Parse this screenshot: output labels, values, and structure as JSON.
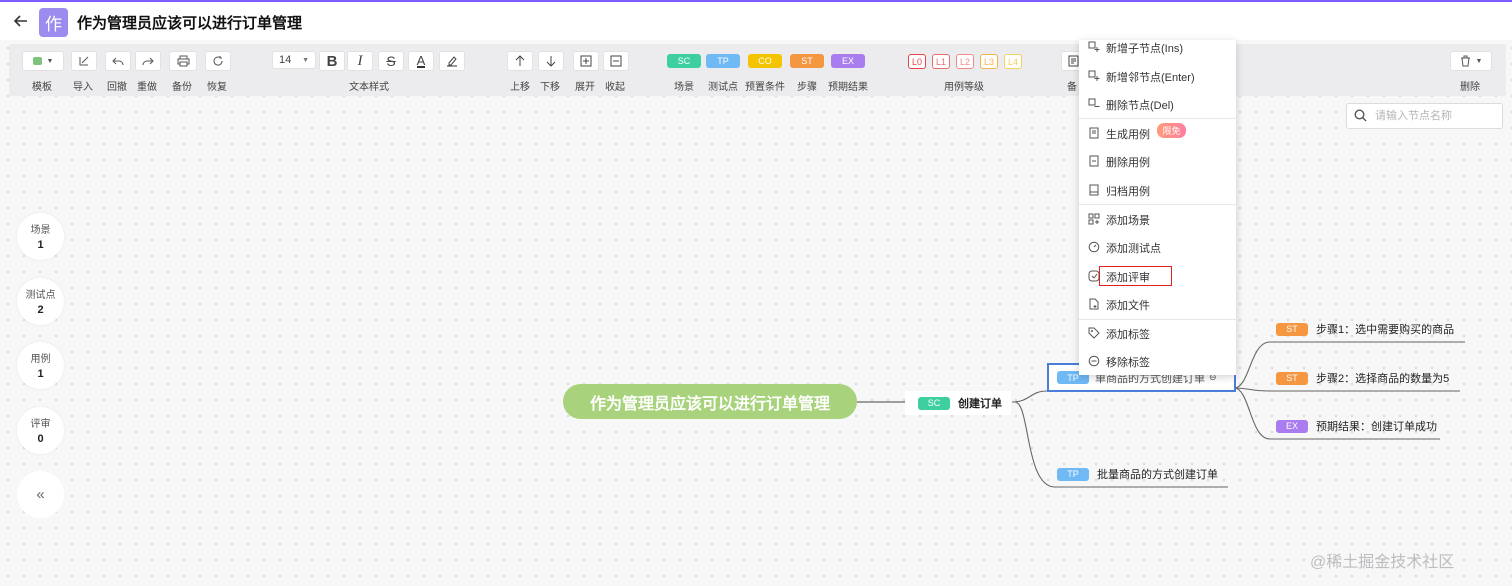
{
  "header": {
    "title": "作为管理员应该可以进行订单管理",
    "app_icon_char": "作"
  },
  "toolbar": {
    "template": "模板",
    "import": "导入",
    "undo": "回撤",
    "redo": "重做",
    "backup": "备份",
    "restore": "恢复",
    "font_size": "14",
    "text_style": "文本样式",
    "move_up": "上移",
    "move_down": "下移",
    "expand": "展开",
    "collapse": "收起",
    "tags": [
      {
        "code": "SC",
        "label": "场景",
        "color": "#3ecfa0"
      },
      {
        "code": "TP",
        "label": "测试点",
        "color": "#6fb9f5"
      },
      {
        "code": "CO",
        "label": "预置条件",
        "color": "#f5c400"
      },
      {
        "code": "ST",
        "label": "步骤",
        "color": "#f59640"
      },
      {
        "code": "EX",
        "label": "预期结果",
        "color": "#a97cf0"
      }
    ],
    "levels": [
      {
        "code": "L0",
        "color": "#e8454a"
      },
      {
        "code": "L1",
        "color": "#ee6c6c"
      },
      {
        "code": "L2",
        "color": "#f08a8a"
      },
      {
        "code": "L3",
        "color": "#f5b24a"
      },
      {
        "code": "L4",
        "color": "#f5d35a"
      }
    ],
    "case_level": "用例等级",
    "partial_label": "备",
    "delete": "删除"
  },
  "search": {
    "placeholder": "请输入节点名称"
  },
  "stats": [
    {
      "label": "场景",
      "value": "1"
    },
    {
      "label": "测试点",
      "value": "2"
    },
    {
      "label": "用例",
      "value": "1"
    },
    {
      "label": "评审",
      "value": "0"
    }
  ],
  "collapse_sidebar": "«",
  "mindmap": {
    "root": "作为管理员应该可以进行订单管理",
    "scene": {
      "tag": "SC",
      "text": "创建订单"
    },
    "points": [
      {
        "tag": "TP",
        "text": "单商品的方式创建订单"
      },
      {
        "tag": "TP",
        "text": "批量商品的方式创建订单"
      }
    ],
    "children": [
      {
        "tag": "ST",
        "text": "步骤1：选中需要购买的商品"
      },
      {
        "tag": "ST",
        "text": "步骤2：选择商品的数量为5"
      },
      {
        "tag": "EX",
        "text": "预期结果：创建订单成功"
      }
    ]
  },
  "context_menu": {
    "items": [
      {
        "label": "新增子节点(Ins)",
        "icon": "add-child-icon"
      },
      {
        "label": "新增邻节点(Enter)",
        "icon": "add-sibling-icon"
      },
      {
        "label": "删除节点(Del)",
        "icon": "delete-node-icon"
      },
      {
        "label": "生成用例",
        "icon": "generate-case-icon"
      },
      {
        "label": "删除用例",
        "icon": "delete-case-icon"
      },
      {
        "label": "归档用例",
        "icon": "archive-case-icon"
      },
      {
        "label": "添加场景",
        "icon": "add-scene-icon"
      },
      {
        "label": "添加测试点",
        "icon": "add-testpoint-icon"
      },
      {
        "label": "添加评审",
        "icon": "add-review-icon"
      },
      {
        "label": "添加文件",
        "icon": "add-file-icon"
      },
      {
        "label": "添加标签",
        "icon": "add-tag-icon"
      },
      {
        "label": "移除标签",
        "icon": "remove-tag-icon"
      }
    ],
    "limited_badge": "限免"
  },
  "watermark": "@稀土掘金技术社区"
}
